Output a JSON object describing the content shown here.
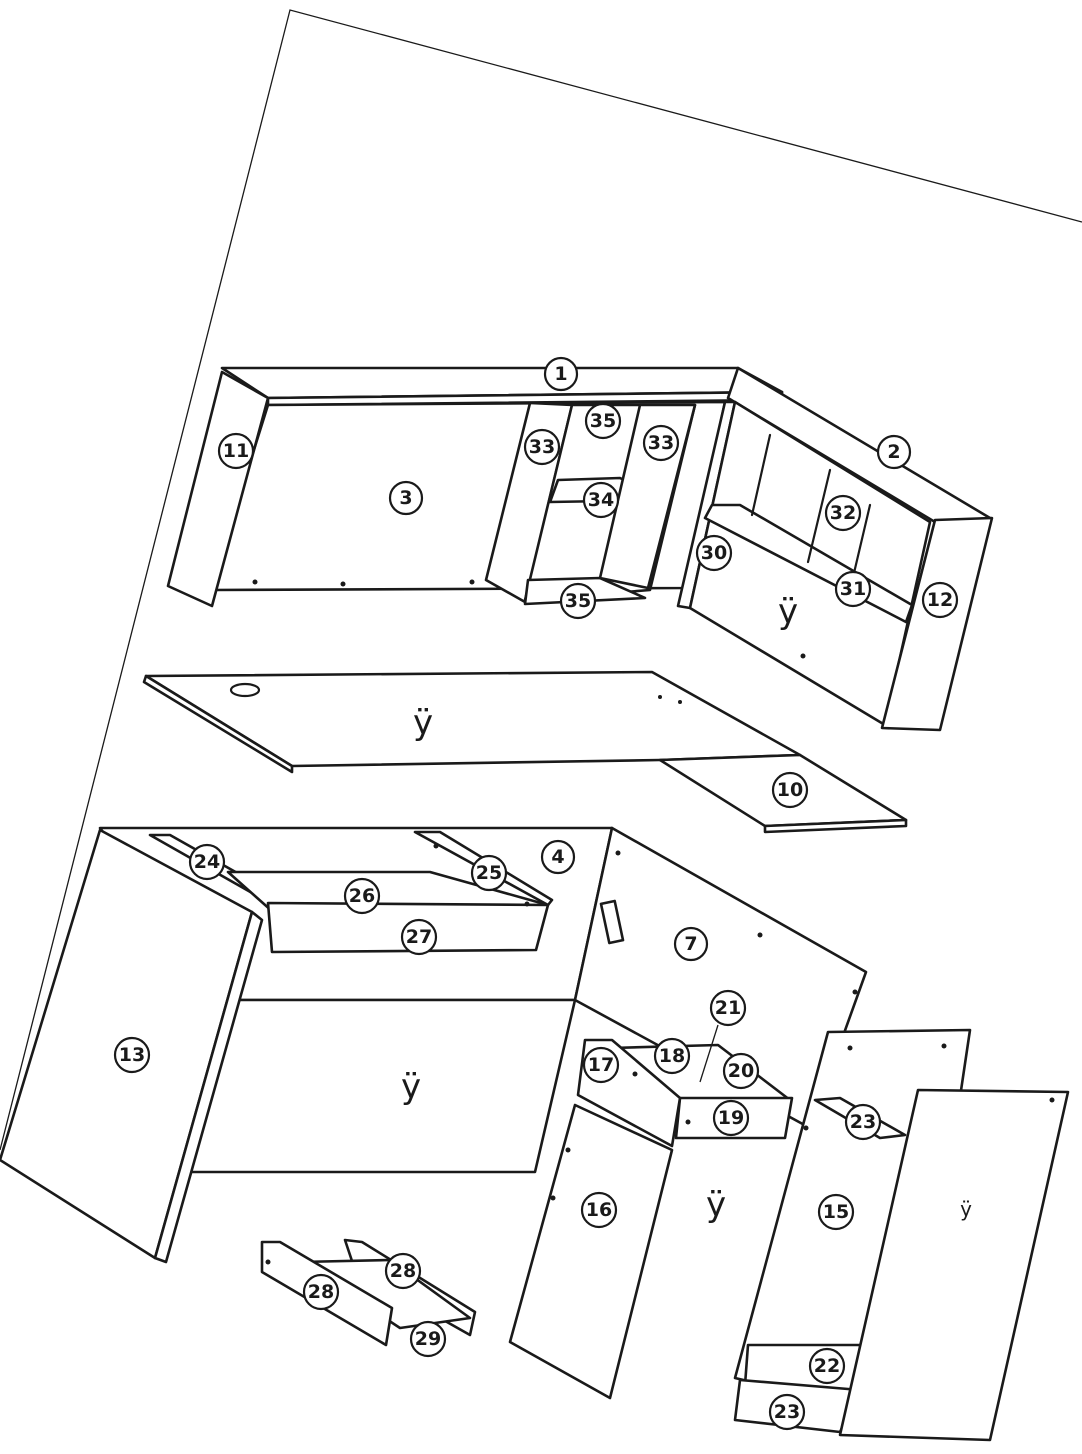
{
  "callouts": [
    {
      "label": "1"
    },
    {
      "label": "2"
    },
    {
      "label": "3"
    },
    {
      "label": "4"
    },
    {
      "label": "7"
    },
    {
      "label": "10"
    },
    {
      "label": "11"
    },
    {
      "label": "12"
    },
    {
      "label": "13"
    },
    {
      "label": "15"
    },
    {
      "label": "16"
    },
    {
      "label": "17"
    },
    {
      "label": "18"
    },
    {
      "label": "19"
    },
    {
      "label": "20"
    },
    {
      "label": "21"
    },
    {
      "label": "22"
    },
    {
      "label": "23"
    },
    {
      "label": "23"
    },
    {
      "label": "23"
    },
    {
      "label": "24"
    },
    {
      "label": "25"
    },
    {
      "label": "26"
    },
    {
      "label": "27"
    },
    {
      "label": "28"
    },
    {
      "label": "28"
    },
    {
      "label": "29"
    },
    {
      "label": "30"
    },
    {
      "label": "31"
    },
    {
      "label": "32"
    },
    {
      "label": "33"
    },
    {
      "label": "33"
    },
    {
      "label": "34"
    },
    {
      "label": "35"
    },
    {
      "label": "35"
    }
  ],
  "glyphs": [
    {
      "text": "ÿ"
    },
    {
      "text": "ÿ"
    },
    {
      "text": "ÿ"
    },
    {
      "text": "ÿ"
    },
    {
      "text": "ÿ"
    }
  ],
  "colors": {
    "line": "#1a1a1a",
    "background": "#ffffff"
  }
}
